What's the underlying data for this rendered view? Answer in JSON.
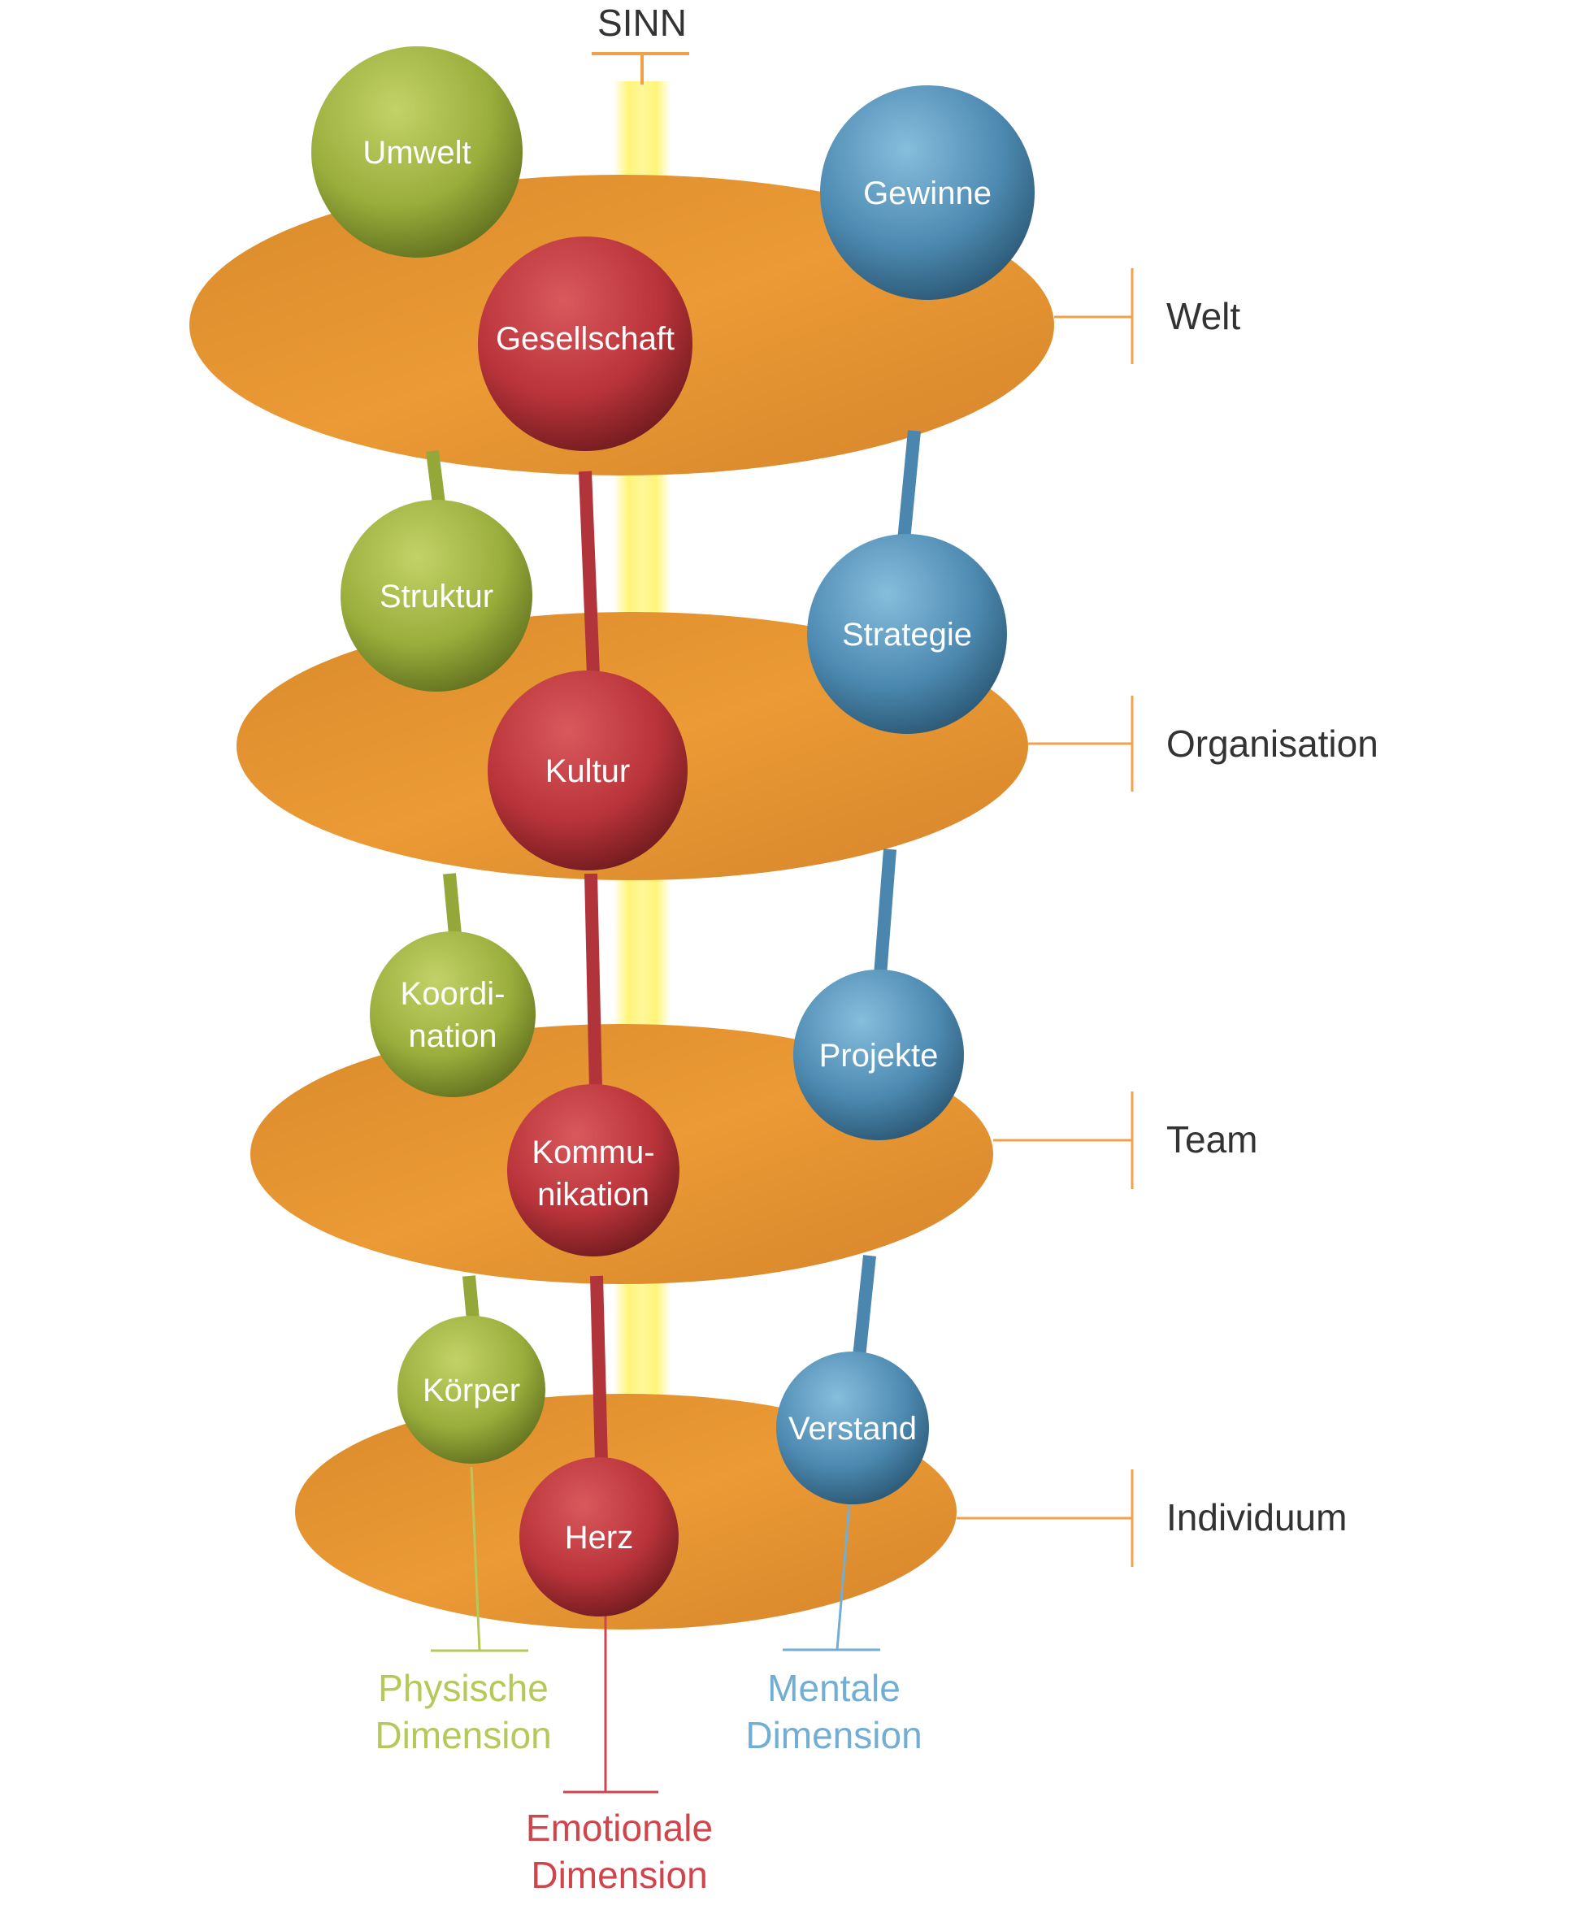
{
  "top_label": "SINN",
  "levels": [
    "Welt",
    "Organisation",
    "Team",
    "Individuum"
  ],
  "dimensions": {
    "physical": {
      "line1": "Physische",
      "line2": "Dimension"
    },
    "emotional": {
      "line1": "Emotionale",
      "line2": "Dimension"
    },
    "mental": {
      "line1": "Mentale",
      "line2": "Dimension"
    }
  },
  "spheres": {
    "physical": [
      {
        "line1": "Umwelt",
        "line2": ""
      },
      {
        "line1": "Struktur",
        "line2": ""
      },
      {
        "line1": "Koordi-",
        "line2": "nation"
      },
      {
        "line1": "Körper",
        "line2": ""
      }
    ],
    "emotional": [
      {
        "line1": "Gesellschaft",
        "line2": ""
      },
      {
        "line1": "Kultur",
        "line2": ""
      },
      {
        "line1": "Kommu-",
        "line2": "nikation"
      },
      {
        "line1": "Herz",
        "line2": ""
      }
    ],
    "mental": [
      {
        "line1": "Gewinne",
        "line2": ""
      },
      {
        "line1": "Strategie",
        "line2": ""
      },
      {
        "line1": "Projekte",
        "line2": ""
      },
      {
        "line1": "Verstand",
        "line2": ""
      }
    ]
  },
  "colors": {
    "disc": "#e8952f",
    "physical": "#a3b540",
    "emotional": "#c0393f",
    "mental": "#4f8db4",
    "sinn_glow": "#fff16a",
    "line_orange": "#f0a24a",
    "physical_text": "#b5c85a",
    "emotional_text": "#d0454c",
    "mental_text": "#72aed3"
  }
}
